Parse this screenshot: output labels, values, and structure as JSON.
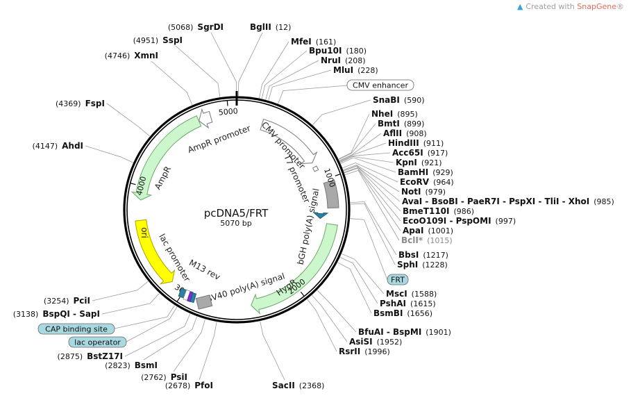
{
  "credit": {
    "prefix": "Created with",
    "brand": "SnapGene",
    "mark": "®"
  },
  "plasmid": {
    "name": "pcDNA5/FRT",
    "size_label": "5070 bp",
    "length": 5070
  },
  "ticks": [
    {
      "pos": 5000,
      "label": "5000"
    },
    {
      "pos": 1000,
      "label": "1000"
    },
    {
      "pos": 2000,
      "label": "2000"
    },
    {
      "pos": 3000,
      "label": "3000"
    },
    {
      "pos": 4000,
      "label": "4000"
    }
  ],
  "right_sites": [
    {
      "name": "BglII",
      "pos": "(12)",
      "site": 12
    },
    {
      "name": "MfeI",
      "pos": "(161)",
      "site": 161
    },
    {
      "name": "Bpu10I",
      "pos": "(180)",
      "site": 180
    },
    {
      "name": "NruI",
      "pos": "(208)",
      "site": 208
    },
    {
      "name": "MluI",
      "pos": "(228)",
      "site": 228
    },
    {
      "name": "SnaBI",
      "pos": "(590)",
      "site": 590
    },
    {
      "name": "NheI",
      "pos": "(895)",
      "site": 895
    },
    {
      "name": "BmtI",
      "pos": "(899)",
      "site": 899
    },
    {
      "name": "AflII",
      "pos": "(908)",
      "site": 908
    },
    {
      "name": "HindIII",
      "pos": "(911)",
      "site": 911
    },
    {
      "name": "Acc65I",
      "pos": "(917)",
      "site": 917
    },
    {
      "name": "KpnI",
      "pos": "(921)",
      "site": 921
    },
    {
      "name": "BamHI",
      "pos": "(929)",
      "site": 929
    },
    {
      "name": "EcoRV",
      "pos": "(964)",
      "site": 964
    },
    {
      "name": "NotI",
      "pos": "(979)",
      "site": 979
    },
    {
      "name": "AvaI - BsoBI - PaeR7I - PspXI - TliI - XhoI",
      "pos": "(985)",
      "site": 985
    },
    {
      "name": "BmeT110I",
      "pos": "(986)",
      "site": 986
    },
    {
      "name": "EcoO109I - PspOMI",
      "pos": "(997)",
      "site": 997
    },
    {
      "name": "ApaI",
      "pos": "(1001)",
      "site": 1001
    },
    {
      "name": "BclI*",
      "pos": "(1015)",
      "site": 1015,
      "grey": true
    },
    {
      "name": "BbsI",
      "pos": "(1217)",
      "site": 1217
    },
    {
      "name": "SphI",
      "pos": "(1228)",
      "site": 1228
    },
    {
      "name": "MscI",
      "pos": "(1588)",
      "site": 1588
    },
    {
      "name": "PshAI",
      "pos": "(1615)",
      "site": 1615
    },
    {
      "name": "BsmBI",
      "pos": "(1656)",
      "site": 1656
    },
    {
      "name": "BfuAI - BspMI",
      "pos": "(1901)",
      "site": 1901
    },
    {
      "name": "AsiSI",
      "pos": "(1952)",
      "site": 1952
    },
    {
      "name": "RsrII",
      "pos": "(1996)",
      "site": 1996
    },
    {
      "name": "SacII",
      "pos": "(2368)",
      "site": 2368
    }
  ],
  "left_sites": [
    {
      "name": "SgrDI",
      "pos": "(5068)",
      "site": 5068
    },
    {
      "name": "SspI",
      "pos": "(4951)",
      "site": 4951
    },
    {
      "name": "XmnI",
      "pos": "(4746)",
      "site": 4746
    },
    {
      "name": "FspI",
      "pos": "(4369)",
      "site": 4369
    },
    {
      "name": "AhdI",
      "pos": "(4147)",
      "site": 4147
    },
    {
      "name": "PciI",
      "pos": "(3254)",
      "site": 3254
    },
    {
      "name": "BspQI - SapI",
      "pos": "(3138)",
      "site": 3138
    },
    {
      "name": "BstZ17I",
      "pos": "(2875)",
      "site": 2875
    },
    {
      "name": "BsmI",
      "pos": "(2823)",
      "site": 2823
    },
    {
      "name": "PsiI",
      "pos": "(2762)",
      "site": 2762
    },
    {
      "name": "PfoI",
      "pos": "(2678)",
      "site": 2678
    }
  ],
  "boxed_labels": [
    {
      "text": "CMV enhancer",
      "style": "white"
    },
    {
      "text": "FRT",
      "style": "blue"
    },
    {
      "text": "CAP binding site",
      "style": "blue"
    },
    {
      "text": "lac operator",
      "style": "blue"
    }
  ],
  "features": [
    {
      "name": "CMV promoter",
      "start": 232,
      "end": 820,
      "color": "#ffffff",
      "stroke": "#777777"
    },
    {
      "name": "T7 promoter",
      "start": 863,
      "end": 882,
      "color": "#ffffff",
      "stroke": "#777777"
    },
    {
      "name": "bGH poly(A) signal",
      "start": 1028,
      "end": 1252,
      "color": "#a9a9a9",
      "stroke": "#777777"
    },
    {
      "name": "FRT",
      "start": 1305,
      "end": 1352,
      "color": "#2f7fa0",
      "stroke": "#1f5f7a"
    },
    {
      "name": "HygR",
      "start": 1390,
      "end": 2414,
      "color": "#ccf6cc",
      "stroke": "#6aa86a"
    },
    {
      "name": "SV40 poly(A) signal",
      "start": 2535,
      "end": 2656,
      "color": "#a9a9a9",
      "stroke": "#777777"
    },
    {
      "name": "ori",
      "start": 3125,
      "end": 3714,
      "color": "#ffff00",
      "stroke": "#b0a000"
    },
    {
      "name": "AmpR",
      "start": 3884,
      "end": 4745,
      "color": "#ccf6cc",
      "stroke": "#6aa86a"
    },
    {
      "name": "AmpR promoter",
      "start": 4746,
      "end": 4850,
      "color": "#ffffff",
      "stroke": "#777777"
    }
  ],
  "inner_labels": [
    {
      "text": "CMV promoter"
    },
    {
      "text": "T7 promoter"
    },
    {
      "text": "bGH poly(A) signal"
    },
    {
      "text": "HygR"
    },
    {
      "text": "SV40 poly(A) signal"
    },
    {
      "text": "M13 rev"
    },
    {
      "text": "lac promoter"
    },
    {
      "text": "ori"
    },
    {
      "text": "AmpR"
    },
    {
      "text": "AmpR promoter"
    }
  ]
}
